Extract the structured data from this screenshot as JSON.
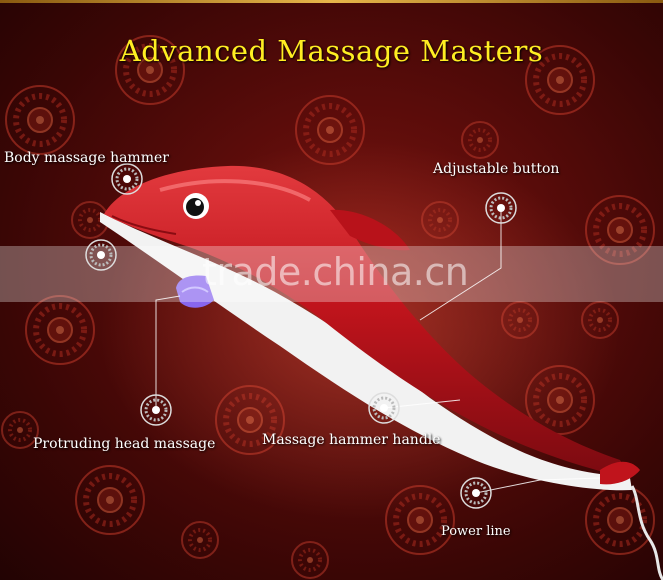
{
  "title": "Advanced Massage Masters",
  "watermark": "trade.china.cn",
  "labels": {
    "body_hammer": "Body massage hammer",
    "adjustable_button": "Adjustable button",
    "protruding_head": "Protruding head massage",
    "hammer_handle": "Massage hammer handle",
    "power_line": "Power line"
  },
  "colors": {
    "title": "#ffee22",
    "background": "#5a0c0a",
    "product_red": "#c8141c",
    "product_white": "#f2f2f2",
    "accent_blue": "#8866ee"
  },
  "icons": [
    "target-marker-icon"
  ]
}
